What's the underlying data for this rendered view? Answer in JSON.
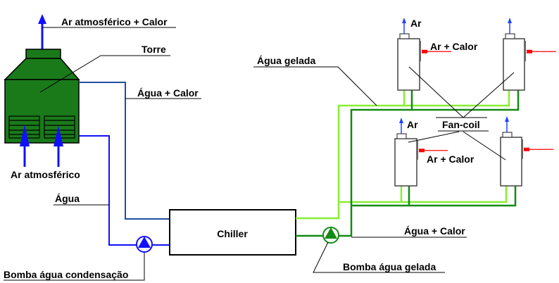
{
  "labels": {
    "exhaust": "Ar atmosférico + Calor",
    "tower": "Torre",
    "hot_water_tower": "Água + Calor",
    "intake_air": "Ar atmosférico",
    "water": "Água",
    "chiller": "Chiller",
    "condenser_pump": "Bomba água condensação",
    "chilled_water": "Água gelada",
    "return_water": "Água + Calor",
    "chilled_pump": "Bomba água gelada",
    "fan_coil": "Fan-coil",
    "air_out_1": "Ar",
    "air_heat_1": "Ar + Calor",
    "air_out_2": "Ar",
    "air_heat_2": "Ar + Calor"
  },
  "colors": {
    "tower": "#1a7a1a",
    "condenser_supply": "#1010ff",
    "condenser_return": "#1f4f9f",
    "chilled_supply": "#88ee33",
    "chilled_return": "#138a13",
    "heat_arrow": "#ff0000",
    "air_arrow": "#2244ff"
  }
}
